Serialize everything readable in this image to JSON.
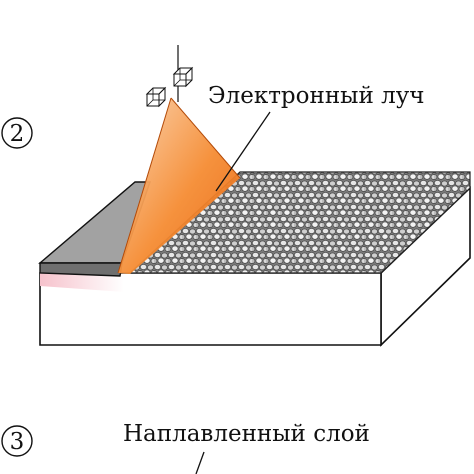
{
  "labels": {
    "electron_beam": "Электронный луч",
    "deposited_layer": "Наплавленный слой"
  },
  "steps": [
    {
      "number": "2"
    },
    {
      "number": "3"
    }
  ],
  "colors": {
    "beam_orange": "#f07a1e",
    "beam_light": "#fcd0a8",
    "plate_top": "#9c9c9c",
    "plate_side": "#6e6e6e",
    "substrate": "#ffffff",
    "powder": "#8a8a8a",
    "heat_zone": "#f7c7cf"
  },
  "icons": [
    "cube-icon",
    "cube-icon"
  ]
}
